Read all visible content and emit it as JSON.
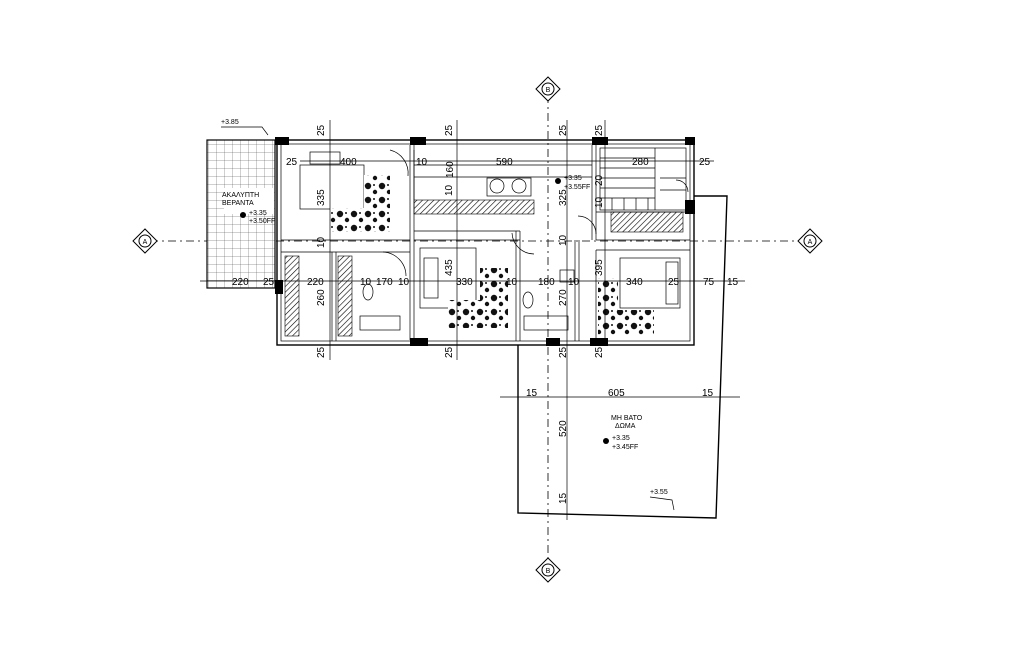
{
  "sections": {
    "a_label": "A",
    "b_label": "B"
  },
  "levels": {
    "top_left": "+3.85",
    "veranda_line1": "+3.35",
    "veranda_line2": "+3.50FF",
    "stair_line1": "+3.35",
    "stair_line2": "+3.55FF",
    "roof_line1": "+3.35",
    "roof_line2": "+3.45FF",
    "roof_edge": "+3.55"
  },
  "labels": {
    "veranda_title": "ΑΚΑΛΥΠΤΗ",
    "veranda_sub": "ΒΕΡΑΝΤΑ",
    "roof_title": "ΜΗ ΒΑΤΟ",
    "roof_sub": "ΔΩΜΑ"
  },
  "dimensions": {
    "top_25_a": "25",
    "top_25_b": "25",
    "top_25_c": "25",
    "top_25_d": "25",
    "d_400": "400",
    "d_25_left": "25",
    "d_10_a": "10",
    "d_160": "160",
    "d_590": "590",
    "d_280": "280",
    "d_25_right": "25",
    "d_335": "335",
    "d_10_b": "10",
    "d_325": "325",
    "d_20": "20",
    "d_10_c": "10",
    "d_10_d": "10",
    "d_10_e": "10",
    "d_435": "435",
    "d_395": "395",
    "d_220_a": "220",
    "d_25_r1": "25",
    "d_220_b": "220",
    "d_10_f": "10",
    "d_170": "170",
    "d_10_g": "10",
    "d_330": "330",
    "d_10_h": "10",
    "d_180": "180",
    "d_10_i": "10",
    "d_340": "340",
    "d_25_r2": "25",
    "d_75": "75",
    "d_15_a": "15",
    "d_260": "260",
    "d_270": "270",
    "bot_25_a": "25",
    "bot_25_b": "25",
    "bot_25_c": "25",
    "bot_25_d": "25",
    "d_15_b": "15",
    "d_605": "605",
    "d_15_c": "15",
    "d_520": "520",
    "d_15_d": "15"
  }
}
